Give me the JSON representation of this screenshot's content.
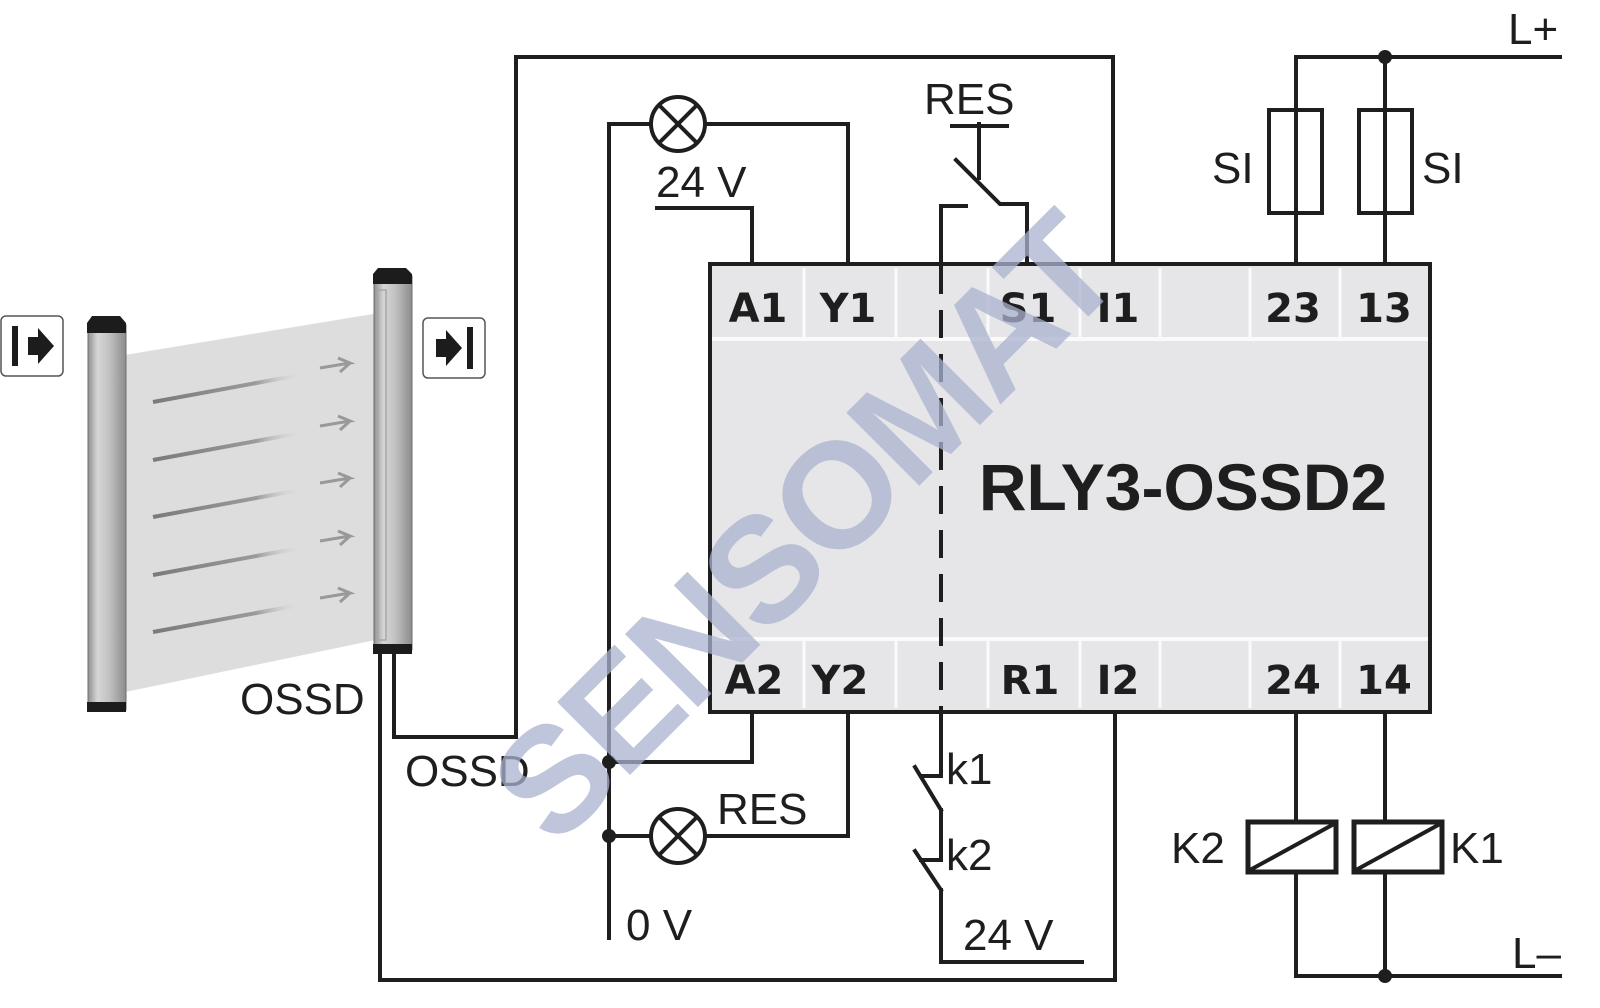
{
  "diagram": {
    "title": "RLY3-OSSD2",
    "watermark": "SENSOMAT",
    "light_curtain": {
      "emitter_icon": "emitter-arrow-icon",
      "receiver_icon": "receiver-arrow-icon",
      "beam_count": 5
    },
    "terminals_top": [
      "A1",
      "Y1",
      "",
      "S1",
      "I1",
      "",
      "23",
      "13"
    ],
    "terminals_bottom": [
      "A2",
      "Y2",
      "",
      "R1",
      "I2",
      "",
      "24",
      "14"
    ],
    "labels": {
      "ossd_receiver": "OSSD",
      "ossd_wire": "OSSD",
      "lamp_top_voltage": "24 V",
      "res_top": "RES",
      "res_lamp": "RES",
      "zero_volt": "0 V",
      "k1_contact": "k1",
      "k2_contact": "k2",
      "bottom_voltage": "24 V",
      "fuse_left": "SI",
      "fuse_right": "SI",
      "coil_k2": "K2",
      "coil_k1": "K1",
      "l_plus": "L+",
      "l_minus": "L–"
    }
  }
}
